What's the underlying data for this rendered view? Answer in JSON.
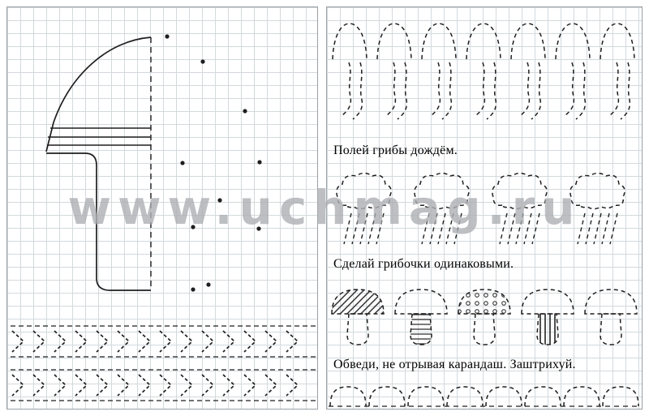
{
  "page": {
    "watermark_text": "www.uchmag.ru"
  },
  "left_page": {
    "figure_label": "half-mushroom tracing figure with dashed axis and guide dots",
    "pattern_rows": 2
  },
  "right_page": {
    "sections": [
      {
        "id": "rain-on-mushrooms",
        "caption": "Полей грибы дождём.",
        "item_count": 7
      },
      {
        "id": "clouds-with-rain",
        "caption": "Сделай грибочки одинаковыми.",
        "item_count": 4
      },
      {
        "id": "mushrooms-hatching",
        "caption": "Обведи, не отрывая карандаш. Заштрихуй.",
        "item_count": 5,
        "fills": [
          "cap-diagonal-hatch",
          "stem-horizontal-lines",
          "cap-dots",
          "stem-vertical-lines",
          "plain"
        ]
      }
    ],
    "partial_bottom_row_items": 8
  },
  "colors": {
    "ink": "#1f1f1f",
    "grid_line": "#d3d9dd",
    "watermark": "#868b8f"
  }
}
